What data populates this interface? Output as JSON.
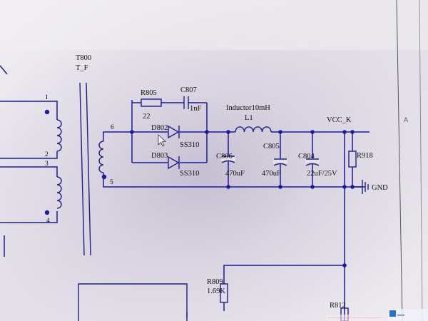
{
  "transformer": {
    "ref": "T800",
    "value": "T_F",
    "pins": [
      "1",
      "2",
      "3",
      "4",
      "5",
      "6"
    ]
  },
  "parts": {
    "r805": {
      "ref": "R805",
      "value": "22"
    },
    "c807": {
      "ref": "C807",
      "value": "1nF"
    },
    "d802": {
      "ref": "D802",
      "value": "SS310"
    },
    "d803": {
      "ref": "D803",
      "value": "SS310"
    },
    "l1": {
      "ref": "L1",
      "value": "Inductor10mH"
    },
    "c806": {
      "ref": "C806",
      "value": "470uF"
    },
    "c805": {
      "ref": "C805",
      "value": "470uF"
    },
    "c804": {
      "ref": "C804",
      "value": "22uF/25V"
    },
    "r918": {
      "ref": "R918"
    },
    "r809": {
      "ref": "R809",
      "value": "1.69K"
    },
    "r812": {
      "ref": "R812"
    }
  },
  "nets": {
    "vcc": "VCC_K",
    "gnd": "GND"
  },
  "frame": {
    "zone": "A"
  },
  "colors": {
    "wire": "#1a1aa0",
    "background": "#e9e6ec"
  }
}
